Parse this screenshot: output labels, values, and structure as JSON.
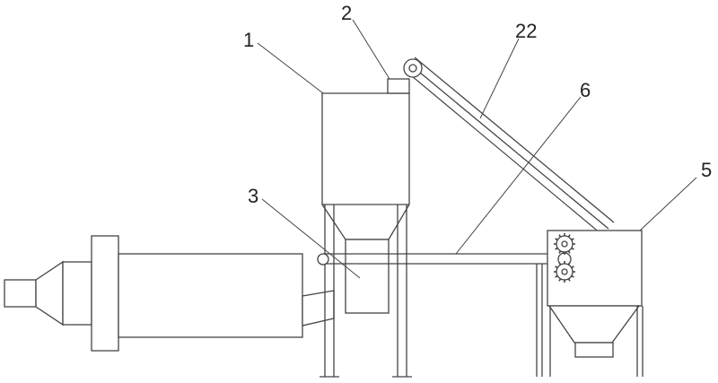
{
  "labels": {
    "hopper": "1",
    "hopper_top_box": "2",
    "feeder_box": "3",
    "crusher_box": "5",
    "belt_conveyor_pipe": "6",
    "inclined_conveyor": "22"
  }
}
